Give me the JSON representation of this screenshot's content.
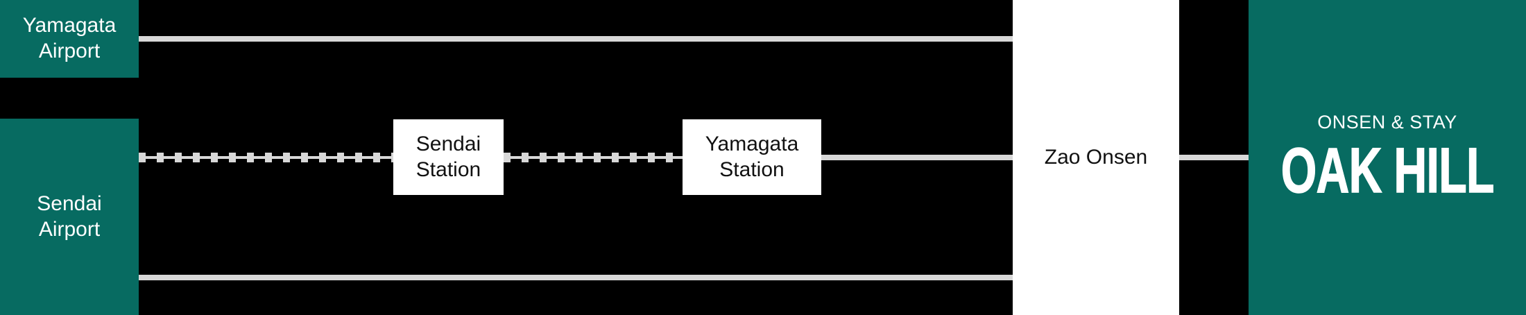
{
  "colors": {
    "teal": "#076b61",
    "line_gray": "#d8d8d8",
    "background": "#000000",
    "box_white": "#ffffff",
    "text_dark": "#111111",
    "text_white": "#ffffff"
  },
  "nodes": {
    "yamagata_airport": {
      "line1": "Yamagata",
      "line2": "Airport"
    },
    "sendai_airport": {
      "line1": "Sendai",
      "line2": "Airport"
    },
    "sendai_station": {
      "line1": "Sendai",
      "line2": "Station"
    },
    "yamagata_station": {
      "line1": "Yamagata",
      "line2": "Station"
    },
    "zao_onsen": {
      "label": "Zao Onsen"
    }
  },
  "brand": {
    "tagline": "ONSEN & STAY",
    "name": "OAK HILL"
  }
}
